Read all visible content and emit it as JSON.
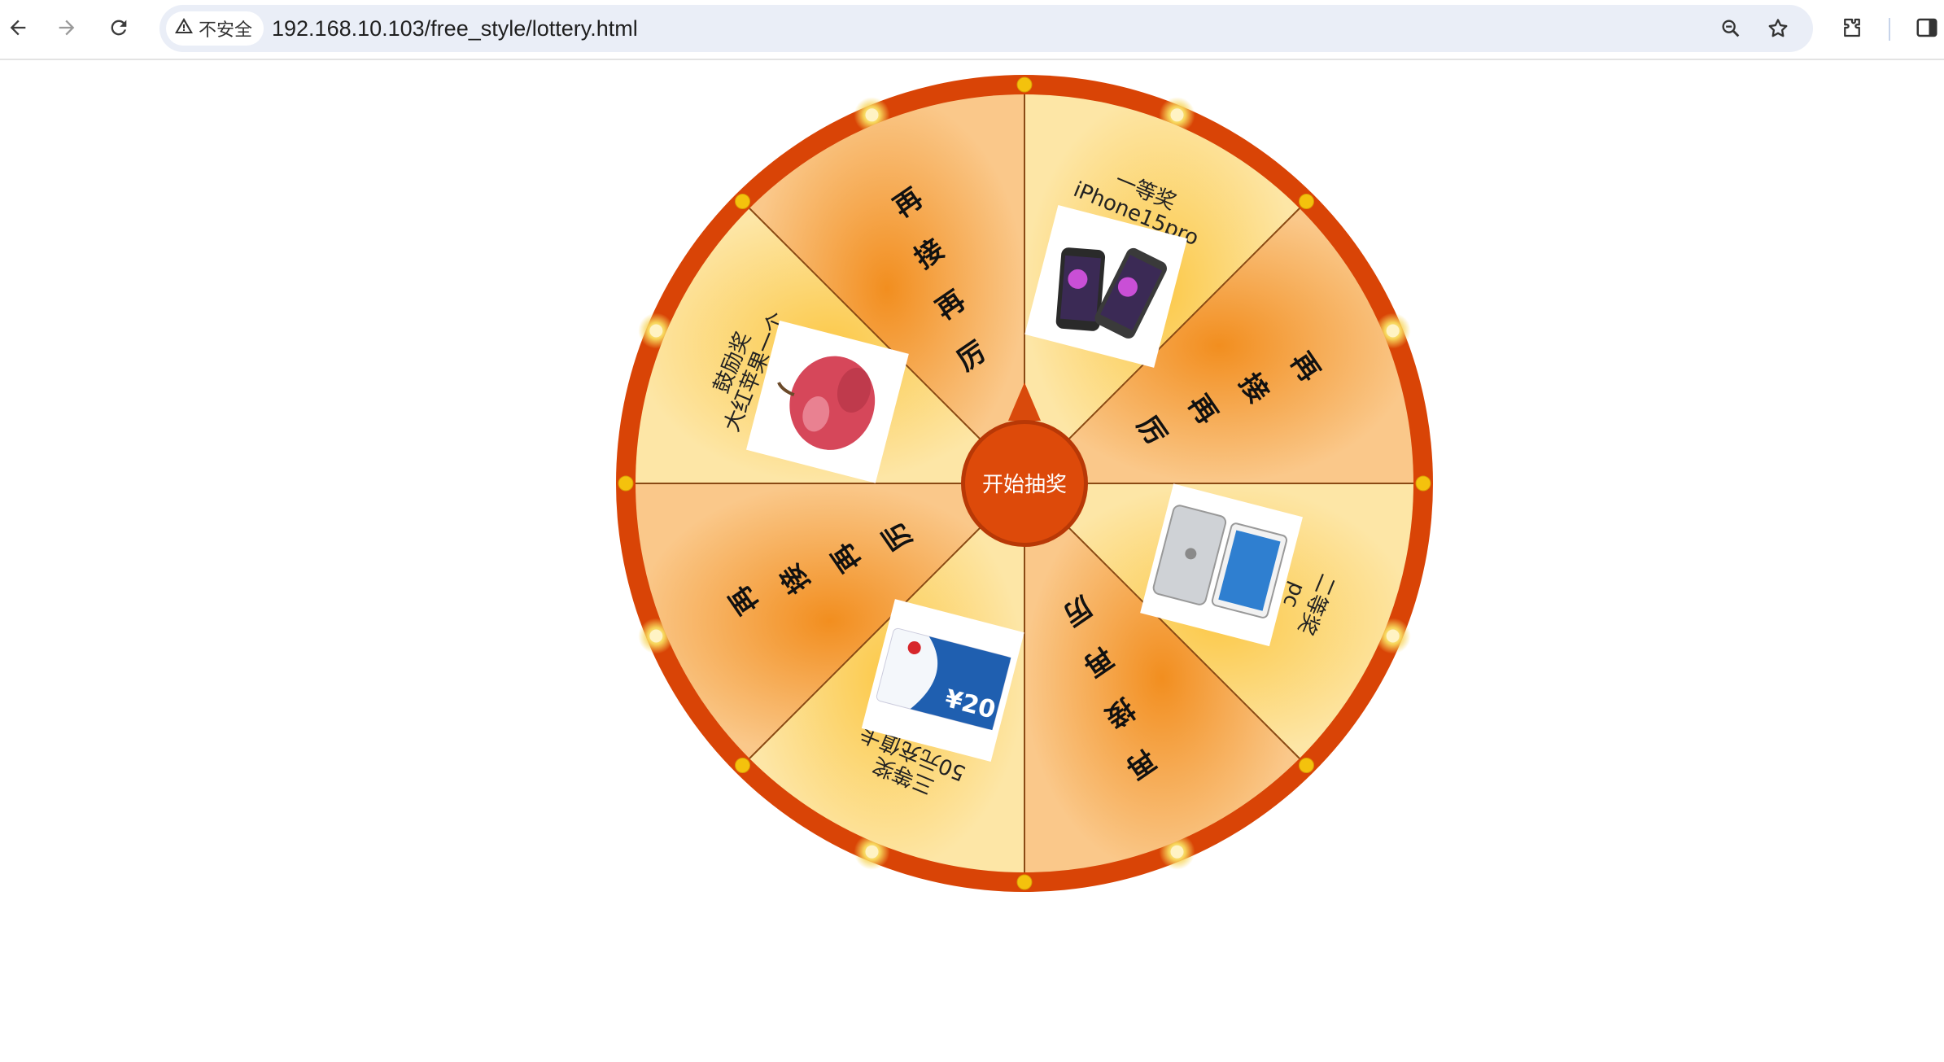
{
  "browser": {
    "back_icon": "arrow-left-icon",
    "forward_icon": "arrow-right-icon",
    "reload_icon": "reload-icon",
    "security_label": "不安全",
    "url": "192.168.10.103/free_style/lottery.html",
    "zoom_icon": "zoom-icon",
    "bookmark_icon": "star-icon",
    "extensions_icon": "puzzle-icon",
    "sidepanel_icon": "side-panel-icon"
  },
  "lottery": {
    "start_label": "开始抽奖",
    "colors": {
      "rim": "#d94406",
      "rim_dark": "#c23d05",
      "slice_a": "#fde39a",
      "slice_b": "#f6a84a",
      "divider": "#8a4a14",
      "bulb": "#f4c20d"
    },
    "prizes": [
      {
        "lines": [
          "一等奖",
          "iPhone15pro"
        ],
        "image": "iphone-image",
        "type": "prize"
      },
      {
        "lines": [
          "再",
          "接",
          "再",
          "厉"
        ],
        "type": "retry"
      },
      {
        "lines": [
          "二等奖",
          "pc"
        ],
        "image": "ipad-image",
        "type": "prize"
      },
      {
        "lines": [
          "再",
          "接",
          "再",
          "厉"
        ],
        "type": "retry"
      },
      {
        "lines": [
          "三等奖",
          "50元充值卡"
        ],
        "image": "recharge-card-image",
        "type": "prize"
      },
      {
        "lines": [
          "再",
          "接",
          "再",
          "厉"
        ],
        "type": "retry"
      },
      {
        "lines": [
          "鼓励奖",
          "大红苹果一个"
        ],
        "image": "apple-image",
        "type": "prize"
      },
      {
        "lines": [
          "再",
          "接",
          "再",
          "厉"
        ],
        "type": "retry"
      }
    ],
    "card_value": "¥20"
  }
}
